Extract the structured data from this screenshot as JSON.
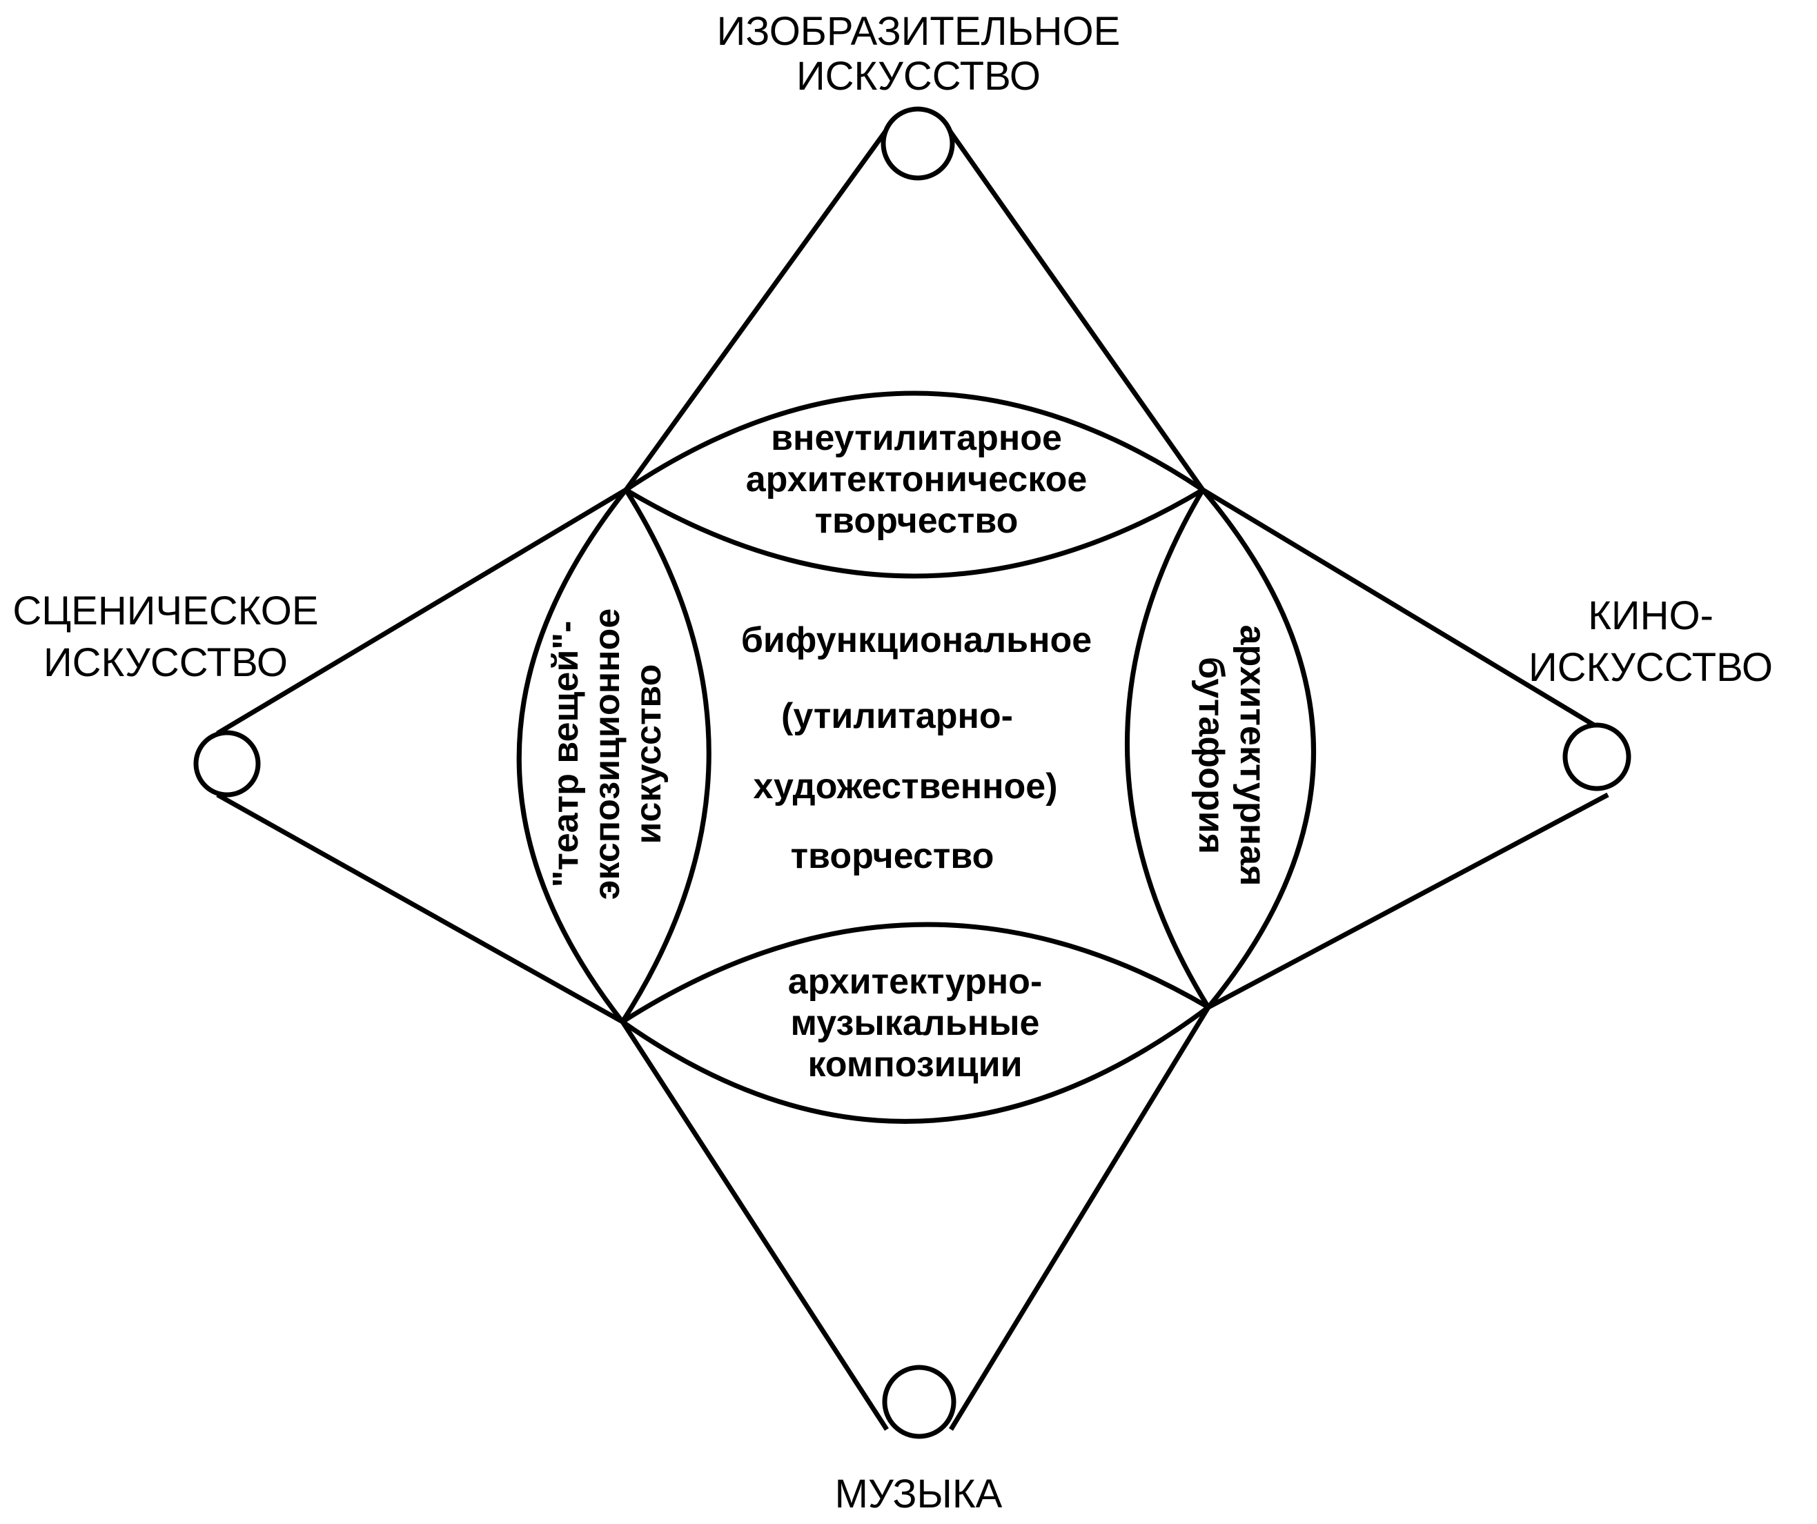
{
  "outer_labels": {
    "top": [
      "ИЗОБРАЗИТЕЛЬНОЕ",
      "ИСКУССТВО"
    ],
    "left": [
      "СЦЕНИЧЕСКОЕ",
      "ИСКУССТВО"
    ],
    "right": [
      "КИНО-",
      "ИСКУССТВО"
    ],
    "bottom": [
      "МУЗЫКА"
    ]
  },
  "inner_labels": {
    "top": [
      "внеутилитарное",
      "архитектоническое",
      "творчество"
    ],
    "left": [
      "\"театр вещей\"-",
      "экспозиционное",
      "искусство"
    ],
    "right": [
      "архитектурная",
      "бутафория"
    ],
    "bottom": [
      "архитектурно-",
      "музыкальные",
      "композиции"
    ],
    "center": [
      "бифункциональное",
      "(утилитарно-",
      "художественное)",
      "творчество"
    ]
  },
  "colors": {
    "stroke": "#000000",
    "background": "#ffffff"
  }
}
